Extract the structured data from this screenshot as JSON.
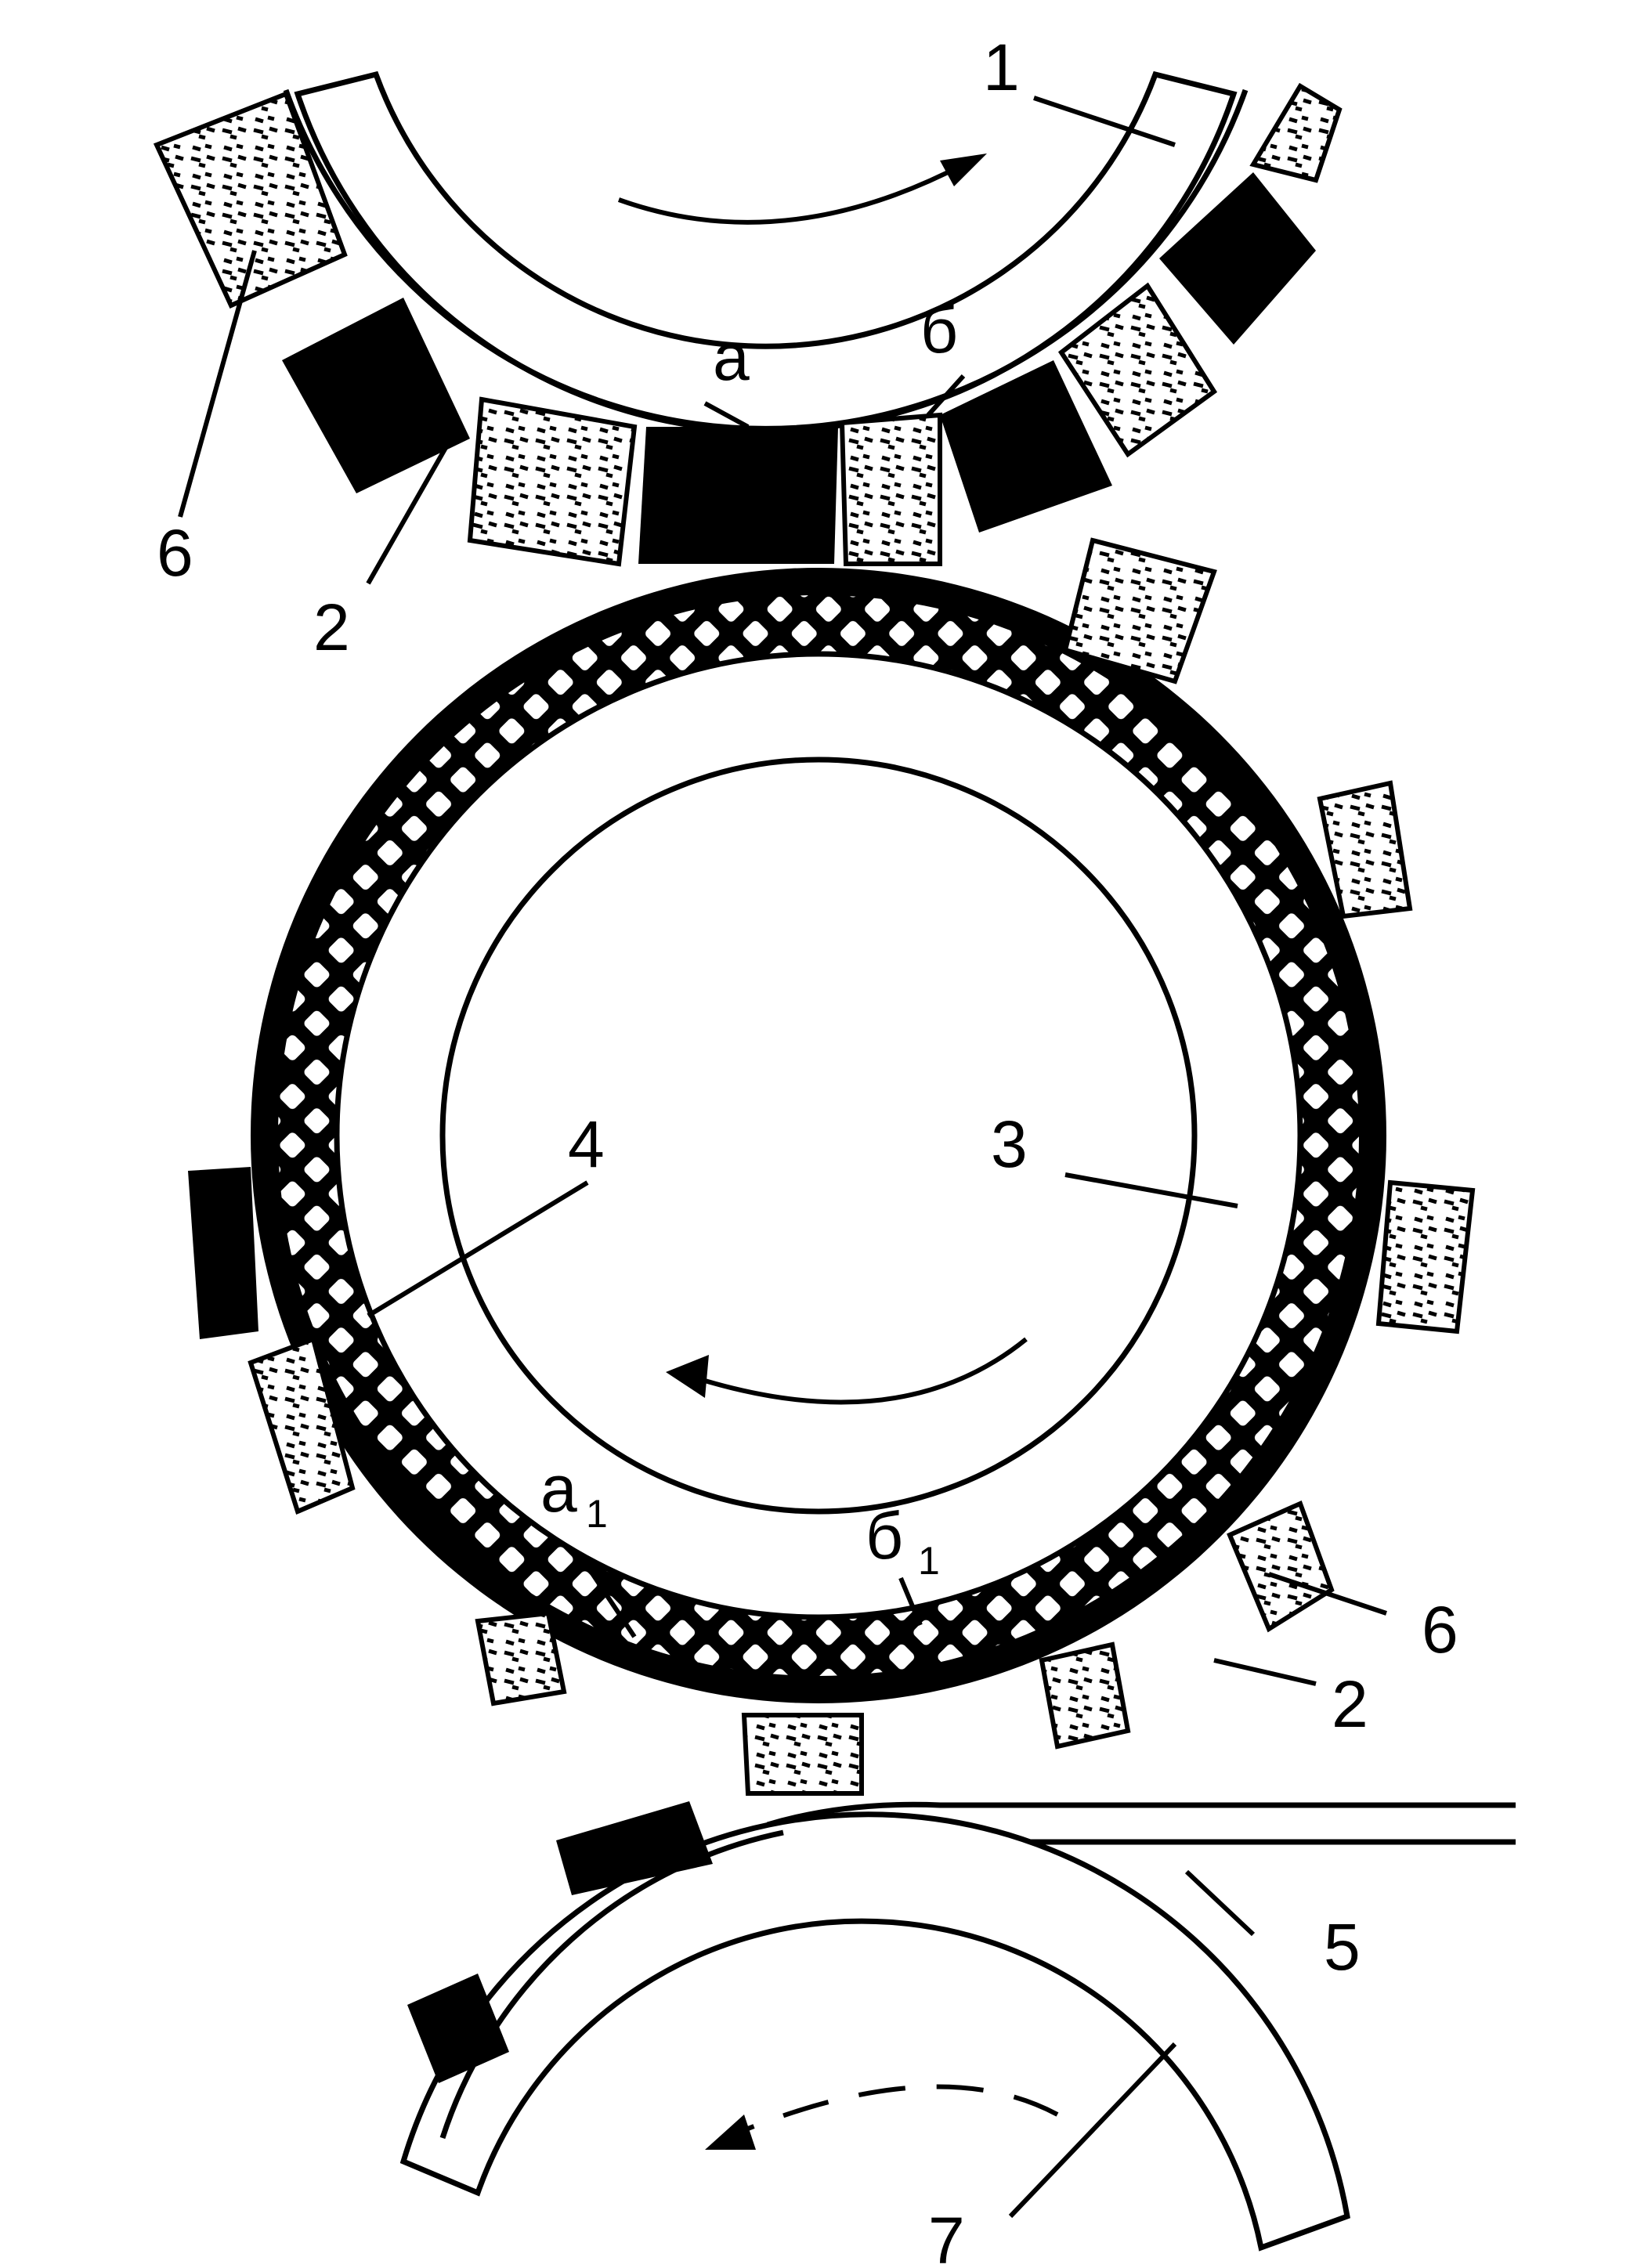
{
  "colors": {
    "ink": "#000000",
    "paper": "#ffffff"
  },
  "labels": {
    "roll_top": "1",
    "ink_zone": "2",
    "center_cylinder": "3",
    "screen_mesh": "4",
    "web": "5",
    "blank_zone": "6",
    "roll_bottom": "7",
    "point_a": "а",
    "point_b": "б",
    "point_a1": "а",
    "point_a1_sub": "1",
    "point_b1": "б",
    "point_b1_sub": "1",
    "ink_zone_right": "2",
    "blank_zone_right": "6",
    "ink_zone_left": "2",
    "blank_zone_left": "6"
  }
}
